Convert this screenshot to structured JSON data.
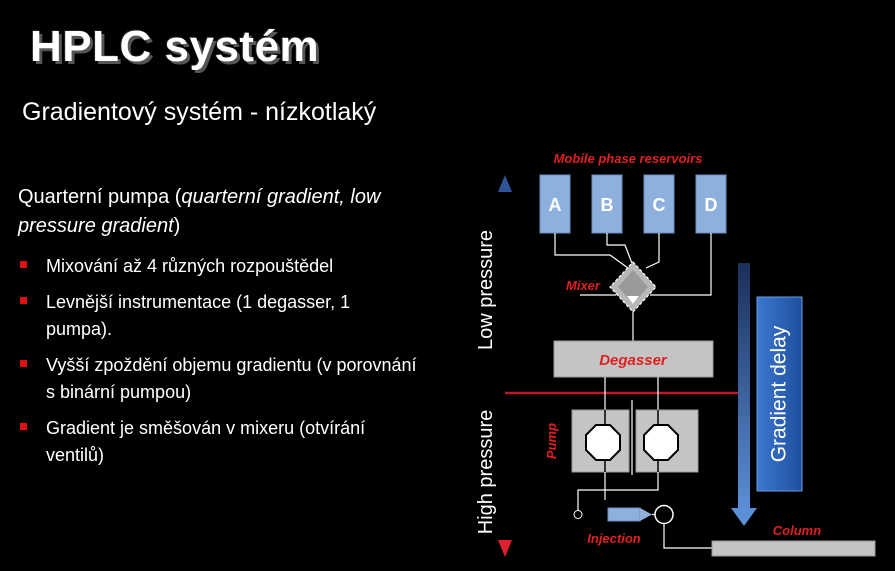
{
  "title": "HPLC systém",
  "subtitle": "Gradientový systém - nízkotlaký",
  "intro": {
    "main": "Quarterní pumpa (",
    "italic": "quarterní gradient, low pressure gradient",
    "end": ")"
  },
  "bullets": [
    "Mixování až 4 různých rozpouštědel",
    "Levnější instrumentace (1 degasser, 1 pumpa).",
    "Vyšší zpoždění objemu gradientu (v porovnání s binární pumpou)",
    "Gradient je směšován v mixeru (otvírání ventilů)"
  ],
  "diagram": {
    "reservoirs_label": "Mobile phase reservoirs",
    "reservoirs": [
      "A",
      "B",
      "C",
      "D"
    ],
    "mixer_label": "Mixer",
    "degasser_label": "Degasser",
    "pump_label": "Pump",
    "injection_label": "Injection",
    "column_label": "Column",
    "low_pressure_label": "Low pressure",
    "high_pressure_label": "High pressure",
    "gradient_delay_label": "Gradient delay",
    "colors": {
      "accent_red": "#e02020",
      "reservoir_blue": "#8db0dc",
      "gradient_box": "#2c64b8",
      "axis_blue": "#2f5597"
    }
  }
}
